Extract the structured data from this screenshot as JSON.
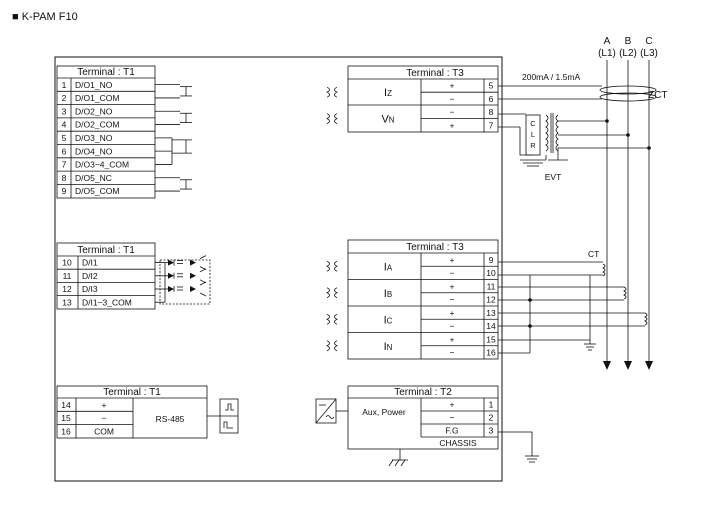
{
  "title": "■ K-PAM F10",
  "t1_do": {
    "header": "Terminal : T1",
    "rows": [
      {
        "num": "1",
        "label": "D/O1_NO"
      },
      {
        "num": "2",
        "label": "D/O1_COM"
      },
      {
        "num": "3",
        "label": "D/O2_NO"
      },
      {
        "num": "4",
        "label": "D/O2_COM"
      },
      {
        "num": "5",
        "label": "D/O3_NO"
      },
      {
        "num": "6",
        "label": "D/O4_NO"
      },
      {
        "num": "7",
        "label": "D/O3~4_COM"
      },
      {
        "num": "8",
        "label": "D/O5_NC"
      },
      {
        "num": "9",
        "label": "D/O5_COM"
      }
    ]
  },
  "t1_di": {
    "header": "Terminal : T1",
    "rows": [
      {
        "num": "10",
        "label": "D/I1"
      },
      {
        "num": "11",
        "label": "D/I2"
      },
      {
        "num": "12",
        "label": "D/I3"
      },
      {
        "num": "13",
        "label": "D/I1~3_COM"
      }
    ]
  },
  "t1_rs": {
    "header": "Terminal : T1",
    "device": "RS-485",
    "rows": [
      {
        "num": "14",
        "label": "+"
      },
      {
        "num": "15",
        "label": "−"
      },
      {
        "num": "16",
        "label": "COM"
      }
    ]
  },
  "t3_top": {
    "header": "Terminal : T3",
    "groups": [
      {
        "label": "IZ",
        "main": "I",
        "sub": "Z",
        "rows": [
          {
            "sign": "+",
            "num": "5"
          },
          {
            "sign": "−",
            "num": "6"
          }
        ]
      },
      {
        "label": "VN",
        "main": "V",
        "sub": "N",
        "rows": [
          {
            "sign": "−",
            "num": "8"
          },
          {
            "sign": "+",
            "num": "7"
          }
        ]
      }
    ]
  },
  "t3_bottom": {
    "header": "Terminal : T3",
    "groups": [
      {
        "main": "I",
        "sub": "A",
        "rows": [
          {
            "sign": "+",
            "num": "9"
          },
          {
            "sign": "−",
            "num": "10"
          }
        ]
      },
      {
        "main": "I",
        "sub": "B",
        "rows": [
          {
            "sign": "+",
            "num": "11"
          },
          {
            "sign": "−",
            "num": "12"
          }
        ]
      },
      {
        "main": "I",
        "sub": "C",
        "rows": [
          {
            "sign": "+",
            "num": "13"
          },
          {
            "sign": "−",
            "num": "14"
          }
        ]
      },
      {
        "main": "I",
        "sub": "N",
        "rows": [
          {
            "sign": "+",
            "num": "15"
          },
          {
            "sign": "−",
            "num": "16"
          }
        ]
      }
    ]
  },
  "t2": {
    "header": "Terminal : T2",
    "device": "Aux, Power",
    "rows": [
      {
        "sign": "+",
        "num": "1"
      },
      {
        "sign": "−",
        "num": "2"
      },
      {
        "sign": "F.G",
        "num": "3"
      }
    ],
    "chassis": "CHASSIS"
  },
  "phases": [
    {
      "name": "A",
      "line": "(L1)"
    },
    {
      "name": "B",
      "line": "(L2)"
    },
    {
      "name": "C",
      "line": "(L3)"
    }
  ],
  "labels": {
    "zct_rating": "200mA / 1.5mA",
    "zct": "ZCT",
    "evt": "EVT",
    "ct": "CT",
    "clr": [
      "C",
      "L",
      "R"
    ]
  }
}
